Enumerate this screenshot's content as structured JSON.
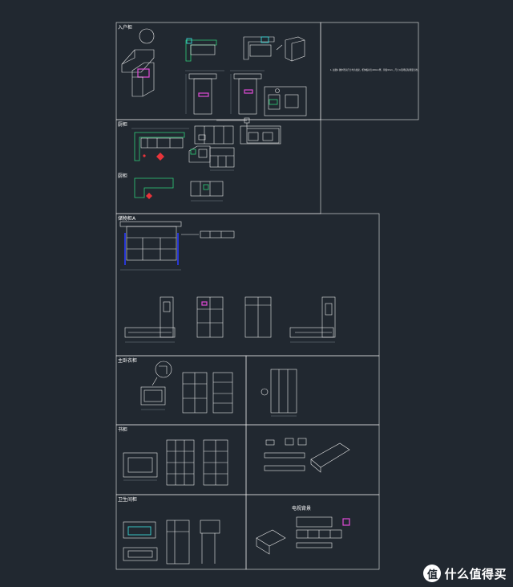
{
  "drawing": {
    "sheets": [
      {
        "id": "entry",
        "label": "入户柜"
      },
      {
        "id": "kitchen-a",
        "label": "厨柜"
      },
      {
        "id": "kitchen-b",
        "label": "厨柜"
      },
      {
        "id": "cabinet-a",
        "label": "储物柜A"
      },
      {
        "id": "wardrobe",
        "label": "主卧衣柜"
      },
      {
        "id": "bookcase",
        "label": "书柜"
      },
      {
        "id": "bathroom",
        "label": "卫生间柜"
      },
      {
        "id": "tv-cabinet",
        "label": "电视背景"
      }
    ],
    "note": "1. 如图1 图中所示尺寸均为毫米，柜体板材为18mm厚，背板9mm，尺寸以现场实际测量为准。"
  },
  "colors": {
    "background": "#212830",
    "lines": "#e8e8e8",
    "accent_green": "#2fd07a",
    "accent_cyan": "#39d6d6",
    "accent_magenta": "#e04bd8",
    "accent_red": "#e8343a",
    "accent_blue": "#2b3cff",
    "accent_yellow": "#e0d050"
  },
  "watermark": {
    "logo_glyph": "值",
    "text": "什么值得买",
    "icon": "smzdm-logo-icon"
  }
}
